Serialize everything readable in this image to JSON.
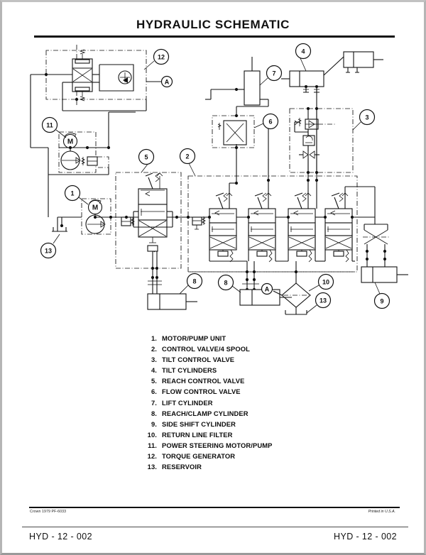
{
  "page": {
    "title": "HYDRAULIC SCHEMATIC",
    "page_number_left": "HYD - 12 - 002",
    "page_number_right": "HYD - 12 - 002",
    "credit_left": "Crown 1979 PF-6033",
    "credit_right": "Printed in U.S.A."
  },
  "legend": {
    "items": [
      {
        "num": "1.",
        "label": "MOTOR/PUMP UNIT"
      },
      {
        "num": "2.",
        "label": "CONTROL VALVE/4 SPOOL"
      },
      {
        "num": "3.",
        "label": "TILT CONTROL VALVE"
      },
      {
        "num": "4.",
        "label": "TILT CYLINDERS"
      },
      {
        "num": "5.",
        "label": "REACH CONTROL VALVE"
      },
      {
        "num": "6.",
        "label": "FLOW CONTROL VALVE"
      },
      {
        "num": "7.",
        "label": "LIFT CYLINDER"
      },
      {
        "num": "8.",
        "label": "REACH/CLAMP CYLINDER"
      },
      {
        "num": "9.",
        "label": "SIDE SHIFT CYLINDER"
      },
      {
        "num": "10.",
        "label": "RETURN LINE FILTER"
      },
      {
        "num": "11.",
        "label": "POWER STEERING MOTOR/PUMP"
      },
      {
        "num": "12.",
        "label": "TORQUE GENERATOR"
      },
      {
        "num": "13.",
        "label": "RESERVOIR"
      }
    ]
  },
  "schematic": {
    "callouts": [
      {
        "id": "callout-12",
        "text": "12"
      },
      {
        "id": "callout-11",
        "text": "11"
      },
      {
        "id": "callout-1",
        "text": "1"
      },
      {
        "id": "callout-13-left",
        "text": "13"
      },
      {
        "id": "callout-5",
        "text": "5"
      },
      {
        "id": "callout-2",
        "text": "2"
      },
      {
        "id": "callout-6",
        "text": "6"
      },
      {
        "id": "callout-7",
        "text": "7"
      },
      {
        "id": "callout-4",
        "text": "4"
      },
      {
        "id": "callout-3",
        "text": "3"
      },
      {
        "id": "callout-8-left",
        "text": "8"
      },
      {
        "id": "callout-8-mid",
        "text": "8"
      },
      {
        "id": "callout-10",
        "text": "10"
      },
      {
        "id": "callout-13-right",
        "text": "13"
      },
      {
        "id": "callout-9",
        "text": "9"
      }
    ],
    "port_labels": [
      {
        "id": "port-a-top",
        "text": "A"
      },
      {
        "id": "port-a-bottom",
        "text": "A"
      }
    ],
    "motor_symbols": [
      {
        "id": "motor-steering",
        "text": "M"
      },
      {
        "id": "motor-main",
        "text": "M"
      }
    ],
    "colors": {
      "line": "#111111",
      "paper": "#ffffff"
    }
  }
}
